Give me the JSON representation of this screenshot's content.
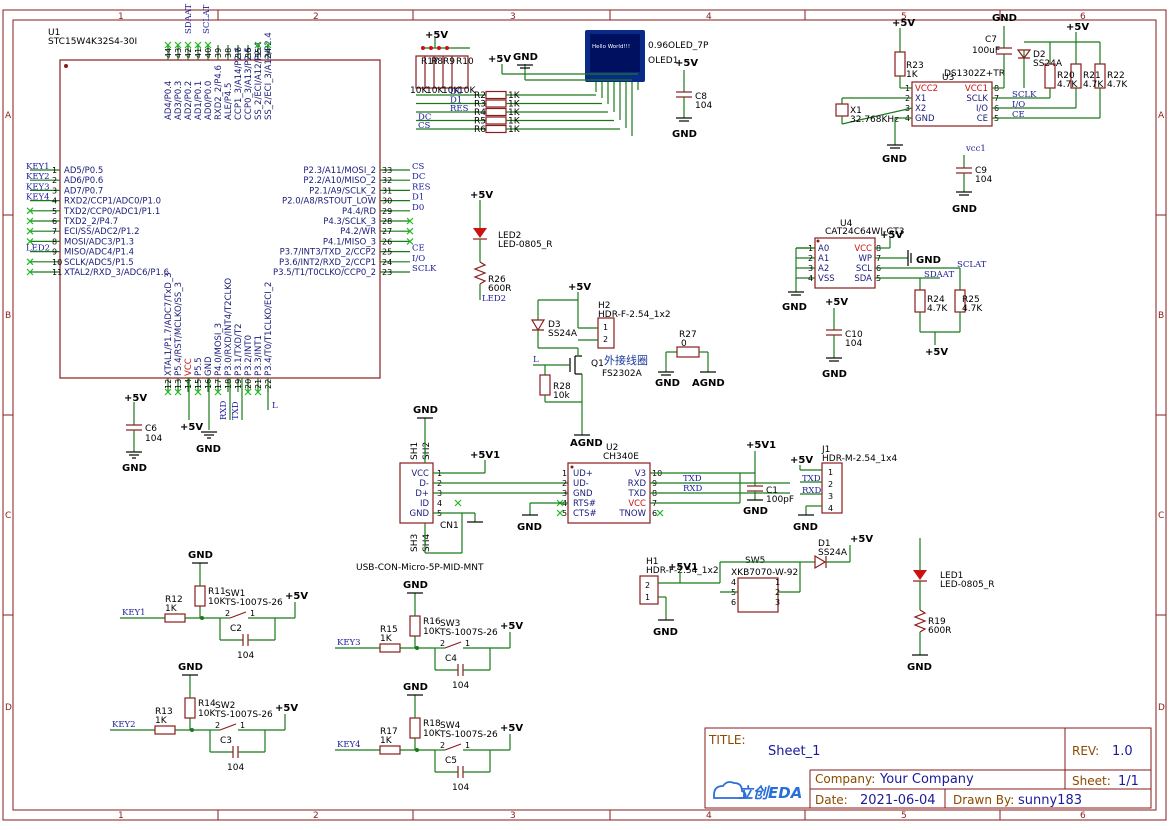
{
  "sheet": {
    "cols": [
      "1",
      "2",
      "3",
      "4",
      "5",
      "6"
    ],
    "rows": [
      "A",
      "B",
      "C",
      "D"
    ],
    "title_label": "TITLE:",
    "title": "Sheet_1",
    "rev_label": "REV:",
    "rev": "1.0",
    "company_label": "Company:",
    "company": "Your Company",
    "sheet_label": "Sheet:",
    "sheet_no": "1/1",
    "date_label": "Date:",
    "date": "2021-06-04",
    "drawn_label": "Drawn By:",
    "drawn": "sunny183",
    "logo": "立创EDA"
  },
  "u1": {
    "ref": "U1",
    "part": "STC15W4K32S4-30I",
    "left_pins": [
      {
        "n": "1",
        "name": "AD5/P0.5",
        "net": "KEY1"
      },
      {
        "n": "2",
        "name": "AD6/P0.6",
        "net": "KEY2"
      },
      {
        "n": "3",
        "name": "AD7/P0.7",
        "net": "KEY3"
      },
      {
        "n": "4",
        "name": "RXD2/CCP1/ADC0/P1.0",
        "net": "KEY4"
      },
      {
        "n": "5",
        "name": "TXD2/CCP0/ADC1/P1.1",
        "net": ""
      },
      {
        "n": "6",
        "name": "TXD2_2/P4.7",
        "net": ""
      },
      {
        "n": "7",
        "name": "ECI/SS/ADC2/P1.2",
        "net": ""
      },
      {
        "n": "8",
        "name": "MOSI/ADC3/P1.3",
        "net": ""
      },
      {
        "n": "9",
        "name": "MISO/ADC4/P1.4",
        "net": "LED2"
      },
      {
        "n": "10",
        "name": "SCLK/ADC5/P1.5",
        "net": ""
      },
      {
        "n": "11",
        "name": "XTAL2/RXD_3/ADC6/P1.6",
        "net": ""
      }
    ],
    "right_pins": [
      {
        "n": "33",
        "name": "P2.3/A11/MOSI_2",
        "net": "CS"
      },
      {
        "n": "32",
        "name": "P2.2/A10/MISO_2",
        "net": "DC"
      },
      {
        "n": "31",
        "name": "P2.1/A9/SCLK_2",
        "net": "RES"
      },
      {
        "n": "30",
        "name": "P2.0/A8/RSTOUT_LOW",
        "net": "D1"
      },
      {
        "n": "29",
        "name": "P4.4/RD",
        "net": "D0"
      },
      {
        "n": "28",
        "name": "P4.3/SCLK_3",
        "net": ""
      },
      {
        "n": "27",
        "name": "P4.2/WR",
        "net": ""
      },
      {
        "n": "26",
        "name": "P4.1/MISO_3",
        "net": ""
      },
      {
        "n": "25",
        "name": "P3.7/INT3/TXD_2/CCP2",
        "net": "CE"
      },
      {
        "n": "24",
        "name": "P3.6/INT2/RXD_2/CCP1",
        "net": "I/O"
      },
      {
        "n": "23",
        "name": "P3.5/T1/T0CLKO/CCP0_2",
        "net": "SCLK"
      }
    ],
    "top_pins": [
      {
        "n": "44",
        "name": "AD4/P0.4"
      },
      {
        "n": "43",
        "name": "AD3/P0.3"
      },
      {
        "n": "42",
        "name": "AD2/P0.2"
      },
      {
        "n": "41",
        "name": "AD1/P0.1"
      },
      {
        "n": "40",
        "name": "AD0/P0.0"
      },
      {
        "n": "39",
        "name": "RXD2_2/P4.6"
      },
      {
        "n": "38",
        "name": "ALE/P4.5"
      },
      {
        "n": "37",
        "name": "CCP1_3/A14/P2.6"
      },
      {
        "n": "36",
        "name": "CCP0_3/A13/P2.5"
      },
      {
        "n": "35",
        "name": "SS_2/ECI/A12/P2.4"
      },
      {
        "n": "34",
        "name": "SS_2/ECI_3/A12/P2.4"
      }
    ],
    "top_nets": [
      "SDAAT",
      "SCLAT"
    ],
    "bottom_pins": [
      {
        "n": "12",
        "name": "XTAL1/P1.7/ADC7/TxD_3"
      },
      {
        "n": "13",
        "name": "P5.4/RST/MCLKO/SS_3"
      },
      {
        "n": "14",
        "name": "VCC"
      },
      {
        "n": "15",
        "name": "P5.5"
      },
      {
        "n": "16",
        "name": "GND"
      },
      {
        "n": "17",
        "name": "P4.0/MOSI_3"
      },
      {
        "n": "18",
        "name": "P3.0/RXD/INT4/T2CLKO"
      },
      {
        "n": "19",
        "name": "P3.1/TXD/T2"
      },
      {
        "n": "20",
        "name": "P3.2/INT0"
      },
      {
        "n": "21",
        "name": "P3.3/INT1"
      },
      {
        "n": "22",
        "name": "P3.4/T0/T1CLKO/ECI_2"
      }
    ],
    "bottom_nets": [
      "RXD",
      "TXD",
      "L"
    ]
  },
  "oled": {
    "ref": "OLED1",
    "part": "0.96OLED_7P",
    "screen_text": "Hello World!!!",
    "res_refs": [
      "R17",
      "R8",
      "R9",
      "R10"
    ],
    "res_val": "10K",
    "r_refs": [
      "R2",
      "R3",
      "R4",
      "R5",
      "R6"
    ],
    "r_val": "1K",
    "nets": [
      "D0",
      "D1",
      "RES",
      "DC",
      "CS"
    ]
  },
  "power": {
    "v5": "+5V",
    "v51": "+5V1",
    "gnd": "GND",
    "agnd": "AGND",
    "vcc1": "vcc1"
  },
  "c8": {
    "ref": "C8",
    "val": "104"
  },
  "rtc": {
    "ref": "U3",
    "part": "DS1302Z+TR",
    "pins_l": [
      {
        "n": "1",
        "name": "VCC2"
      },
      {
        "n": "2",
        "name": "X1"
      },
      {
        "n": "3",
        "name": "X2"
      },
      {
        "n": "4",
        "name": "GND"
      }
    ],
    "pins_r": [
      {
        "n": "8",
        "name": "VCC1"
      },
      {
        "n": "7",
        "name": "SCLK"
      },
      {
        "n": "6",
        "name": "I/O"
      },
      {
        "n": "5",
        "name": "CE"
      }
    ],
    "r23": "R23",
    "r23v": "1K",
    "x1": "X1",
    "x1v": "32.768KHz",
    "c7": "C7",
    "c7v": "100uF",
    "d2": "D2",
    "d2v": "SS24A",
    "r20": "R20",
    "r21": "R21",
    "r22": "R22",
    "rv": "4.7K",
    "nets": [
      "SCLK",
      "I/O",
      "CE"
    ]
  },
  "c9": {
    "ref": "C9",
    "val": "104"
  },
  "eeprom": {
    "ref": "U4",
    "part": "CAT24C64WI-GT3",
    "pins_l": [
      {
        "n": "1",
        "name": "A0"
      },
      {
        "n": "2",
        "name": "A1"
      },
      {
        "n": "3",
        "name": "A2"
      },
      {
        "n": "4",
        "name": "VSS"
      }
    ],
    "pins_r": [
      {
        "n": "8",
        "name": "VCC"
      },
      {
        "n": "7",
        "name": "WP"
      },
      {
        "n": "6",
        "name": "SCL"
      },
      {
        "n": "5",
        "name": "SDA"
      }
    ],
    "r24": "R24",
    "r25": "R25",
    "rv": "4.7K",
    "nets": [
      "SDAAT",
      "SCLAT"
    ]
  },
  "c10": {
    "ref": "C10",
    "val": "104"
  },
  "led2": {
    "ref": "LED2",
    "part": "LED-0805_R",
    "r": "R26",
    "rv": "600R",
    "net": "LED2"
  },
  "h2": {
    "ref": "H2",
    "part": "HDR-F-2.54_1x2"
  },
  "d3": {
    "ref": "D3",
    "part": "SS24A"
  },
  "q1": {
    "ref": "Q1",
    "part": "FS2302A",
    "note": "外接线圈"
  },
  "r28": {
    "ref": "R28",
    "val": "10k"
  },
  "r27": {
    "ref": "R27",
    "val": "0"
  },
  "c6": {
    "ref": "C6",
    "val": "104"
  },
  "usb": {
    "ref": "CN1",
    "part": "USB-CON-Micro-5P-MID-MNT",
    "pins": [
      {
        "n": "1",
        "name": "VCC"
      },
      {
        "n": "2",
        "name": "D-"
      },
      {
        "n": "3",
        "name": "D+"
      },
      {
        "n": "4",
        "name": "ID"
      },
      {
        "n": "5",
        "name": "GND"
      }
    ],
    "shields": [
      "SH1",
      "SH2",
      "SH3",
      "SH4"
    ]
  },
  "ch340": {
    "ref": "U2",
    "part": "CH340E",
    "pins_l": [
      {
        "n": "1",
        "name": "UD+"
      },
      {
        "n": "2",
        "name": "UD-"
      },
      {
        "n": "3",
        "name": "GND"
      },
      {
        "n": "4",
        "name": "RTS#"
      },
      {
        "n": "5",
        "name": "CTS#"
      }
    ],
    "pins_r": [
      {
        "n": "10",
        "name": "V3"
      },
      {
        "n": "9",
        "name": "RXD"
      },
      {
        "n": "8",
        "name": "TXD"
      },
      {
        "n": "7",
        "name": "VCC"
      },
      {
        "n": "6",
        "name": "TNOW"
      }
    ],
    "nets": [
      "TXD",
      "RXD"
    ]
  },
  "c1": {
    "ref": "C1",
    "val": "100pF"
  },
  "j1": {
    "ref": "J1",
    "part": "HDR-M-2.54_1x4",
    "nets": [
      "TXD",
      "RXD"
    ]
  },
  "h1": {
    "ref": "H1",
    "part": "HDR-F-2.54_1x2"
  },
  "sw5": {
    "ref": "SW5",
    "part": "XKB7070-W-92"
  },
  "d1": {
    "ref": "D1",
    "part": "SS24A"
  },
  "led1": {
    "ref": "LED1",
    "part": "LED-0805_R",
    "r": "R19",
    "rv": "600R"
  },
  "keys": [
    {
      "sw": "SW1",
      "swp": "TS-1007S-26",
      "r": "R12",
      "rv": "1K",
      "rp": "R11",
      "rpv": "10K",
      "c": "C2",
      "cv": "104",
      "net": "KEY1"
    },
    {
      "sw": "SW2",
      "swp": "TS-1007S-26",
      "r": "R13",
      "rv": "1K",
      "rp": "R14",
      "rpv": "10K",
      "c": "C3",
      "cv": "104",
      "net": "KEY2"
    },
    {
      "sw": "SW3",
      "swp": "TS-1007S-26",
      "r": "R15",
      "rv": "1K",
      "rp": "R16",
      "rpv": "10K",
      "c": "C4",
      "cv": "104",
      "net": "KEY3"
    },
    {
      "sw": "SW4",
      "swp": "TS-1007S-26",
      "r": "R17",
      "rv": "1K",
      "rp": "R18",
      "rpv": "10K",
      "c": "C5",
      "cv": "104",
      "net": "KEY4"
    }
  ]
}
